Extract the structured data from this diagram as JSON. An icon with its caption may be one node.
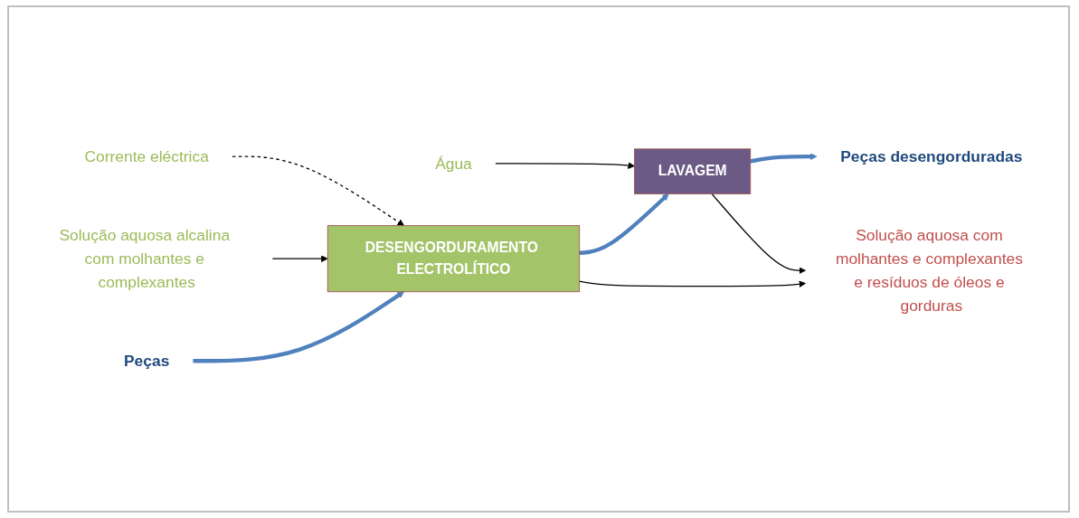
{
  "diagram": {
    "nodes": [
      {
        "text": [
          "Corrente eléctrica"
        ]
      },
      {
        "text": [
          "Solução aquosa alcalina com molhantes e complexantes"
        ]
      },
      {
        "text": [
          "Água"
        ]
      },
      {
        "text": [
          "Peças"
        ]
      },
      {
        "text": [
          "DESENGORDURAMENTO ELECTROLÍTICO"
        ]
      },
      {
        "text": [
          "LAVAGEM"
        ]
      },
      {
        "text": [
          "Peças desengorduradas"
        ]
      },
      {
        "text": [
          "Solução aquosa com molhantes e complexantes e resíduos de óleos e gorduras"
        ]
      }
    ],
    "edges": [
      {
        "from": 0,
        "to": 4,
        "arrow": "to",
        "style": "dashed"
      },
      {
        "from": 1,
        "to": 4,
        "arrow": "to"
      },
      {
        "from": 3,
        "to": 4,
        "arrow": "to",
        "style": "thick",
        "color": "#4f81bd"
      },
      {
        "from": 4,
        "to": 5,
        "arrow": "to",
        "style": "thick",
        "color": "#4f81bd"
      },
      {
        "from": 2,
        "to": 5,
        "arrow": "to"
      },
      {
        "from": 5,
        "to": 6,
        "arrow": "to",
        "style": "thick",
        "color": "#4f81bd"
      },
      {
        "from": 4,
        "to": 7,
        "arrow": "to"
      },
      {
        "from": 5,
        "to": 7,
        "arrow": "to"
      }
    ]
  }
}
